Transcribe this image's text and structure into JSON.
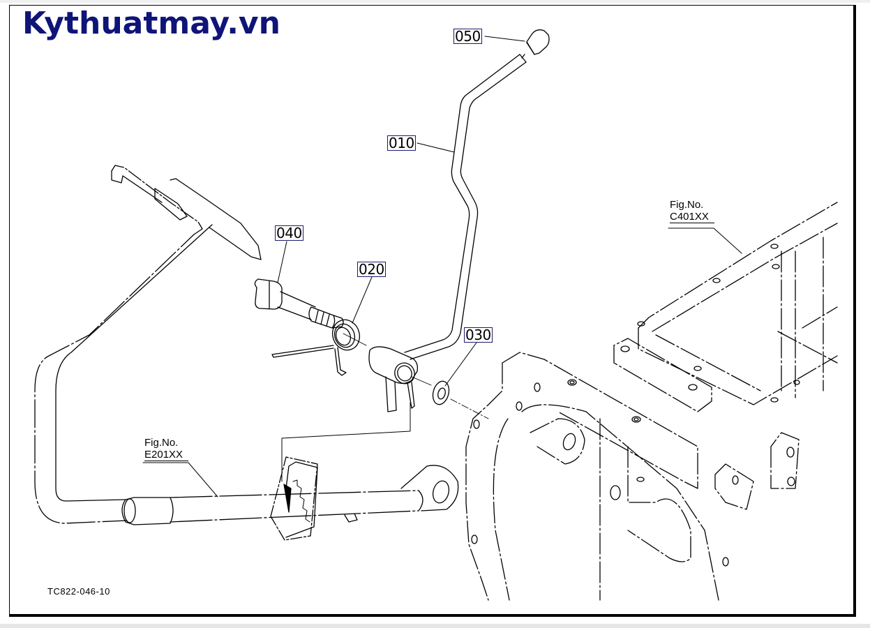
{
  "brand": {
    "logo_text": "Kythuatmay.vn",
    "logo_color": "#0f1478"
  },
  "callouts": [
    {
      "id": "050",
      "label": "050",
      "part": "knob"
    },
    {
      "id": "010",
      "label": "010",
      "part": "lever"
    },
    {
      "id": "040",
      "label": "040",
      "part": "bolt"
    },
    {
      "id": "020",
      "label": "020",
      "part": "spring"
    },
    {
      "id": "030",
      "label": "030",
      "part": "washer"
    }
  ],
  "references": [
    {
      "line1": "Fig.No.",
      "line2": "C401XX"
    },
    {
      "line1": "Fig.No.",
      "line2": "E201XX"
    }
  ],
  "figure_code": "TC822-046-10",
  "colors": {
    "callout_border": "#1a1a6e",
    "line": "#000000"
  }
}
